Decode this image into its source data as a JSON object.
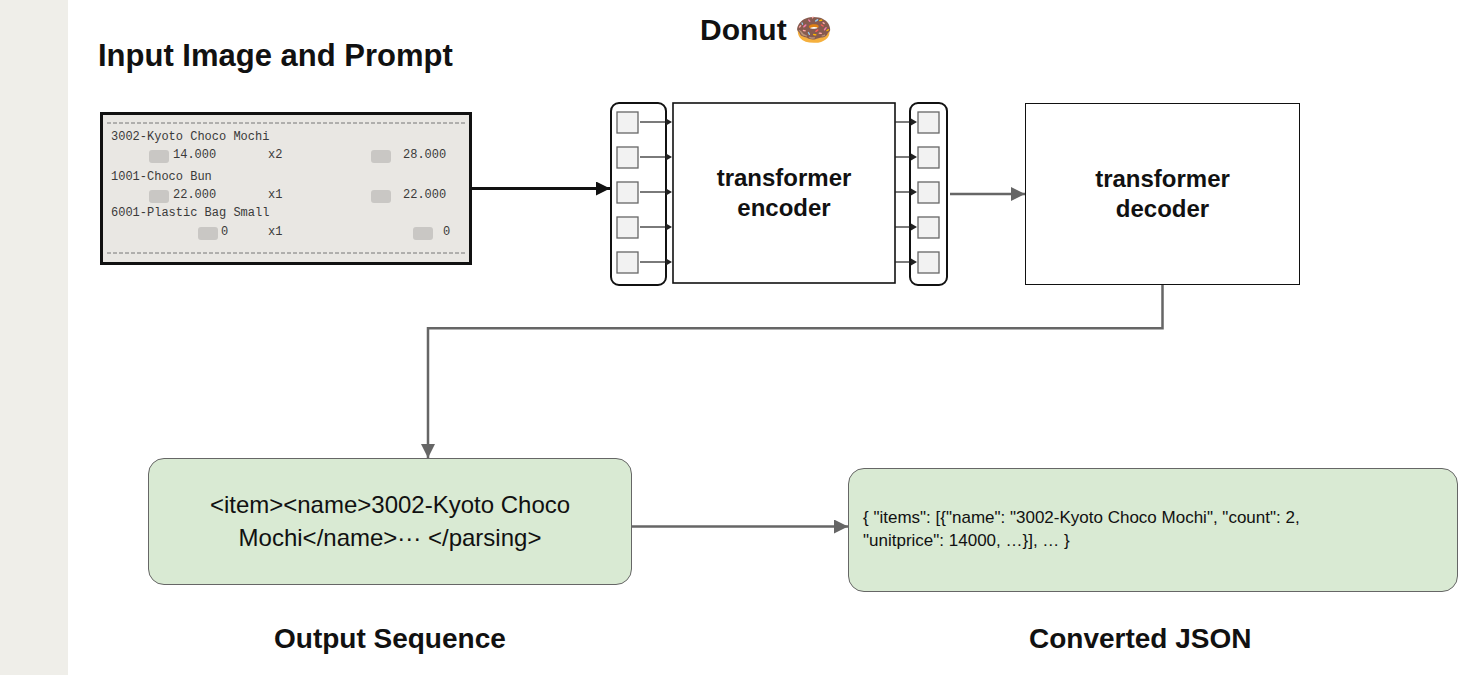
{
  "diagram": {
    "nodes": [
      {
        "text": [
          "3002-Kyoto Choco Mochi",
          "14.000",
          "x2",
          "28.000",
          "1001-Choco Bun",
          "22.000",
          "x1",
          "22.000",
          "6001-Plastic Bag Small",
          "0",
          "x1",
          "0"
        ]
      },
      {
        "text": [
          "transformer encoder"
        ]
      },
      {
        "text": [
          "transformer decoder"
        ]
      },
      {
        "text": [
          "<item><name>3002-Kyoto Choco Mochi</name>··· </parsing>"
        ]
      },
      {
        "text": [
          "{ \"items\": [{\"name\": \"3002-Kyoto Choco Mochi\", \"count\": 2, \"unitprice\": 14000, …}], … }"
        ]
      }
    ],
    "edges": [
      {
        "from": 0,
        "to": 1,
        "arrow": "to"
      },
      {
        "from": 1,
        "to": 2,
        "arrow": "to"
      },
      {
        "from": 2,
        "to": 3,
        "arrow": "to"
      },
      {
        "from": 3,
        "to": 4,
        "arrow": "to"
      }
    ],
    "labels": [
      "Input Image and Prompt",
      "Donut 🍩",
      "Output Sequence",
      "Converted JSON"
    ]
  }
}
